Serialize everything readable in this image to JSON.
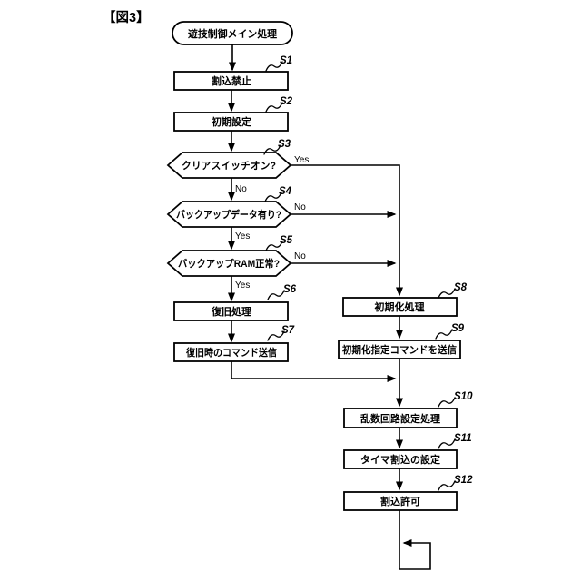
{
  "figure_label": "【図3】",
  "branch": {
    "yes": "Yes",
    "no": "No"
  },
  "nodes": {
    "start": {
      "label": "遊技制御メイン処理"
    },
    "s1": {
      "id": "S1",
      "label": "割込禁止"
    },
    "s2": {
      "id": "S2",
      "label": "初期設定"
    },
    "s3": {
      "id": "S3",
      "label": "クリアスイッチオン?"
    },
    "s4": {
      "id": "S4",
      "label": "バックアップデータ有り?"
    },
    "s5": {
      "id": "S5",
      "label": "バックアップRAM正常?"
    },
    "s6": {
      "id": "S6",
      "label": "復旧処理"
    },
    "s7": {
      "id": "S7",
      "label": "復旧時のコマンド送信"
    },
    "s8": {
      "id": "S8",
      "label": "初期化処理"
    },
    "s9": {
      "id": "S9",
      "label": "初期化指定コマンドを送信"
    },
    "s10": {
      "id": "S10",
      "label": "乱数回路設定処理"
    },
    "s11": {
      "id": "S11",
      "label": "タイマ割込の設定"
    },
    "s12": {
      "id": "S12",
      "label": "割込許可"
    }
  }
}
